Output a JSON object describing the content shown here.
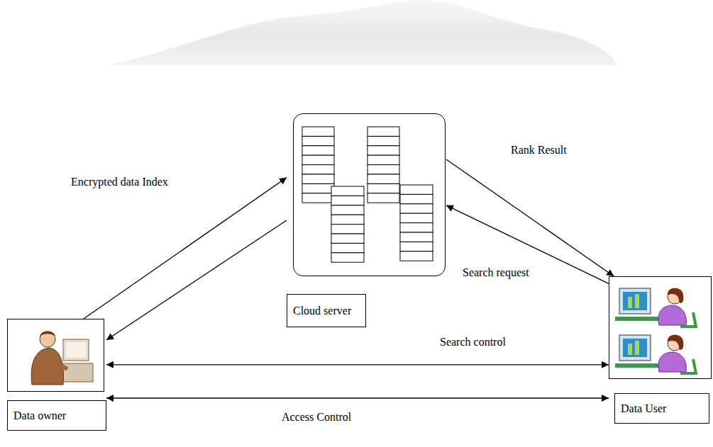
{
  "diagram": {
    "nodes": [
      {
        "text": [
          "Cloud server"
        ]
      },
      {
        "text": [
          "Data owner"
        ]
      },
      {
        "text": [
          "Data User"
        ]
      }
    ],
    "edges": [
      {
        "from": 1,
        "to": 0,
        "arrow": "to",
        "label": "Encrypted data Index"
      },
      {
        "from": 0,
        "to": 1,
        "arrow": "to"
      },
      {
        "from": 0,
        "to": 2,
        "arrow": "to",
        "label": "Rank Result"
      },
      {
        "from": 2,
        "to": 0,
        "arrow": "to",
        "label": "Search request"
      },
      {
        "from": 1,
        "to": 2,
        "arrow": "both",
        "label": "Search control"
      },
      {
        "from": 1,
        "to": 2,
        "arrow": "both",
        "label": "Access Control"
      }
    ]
  }
}
